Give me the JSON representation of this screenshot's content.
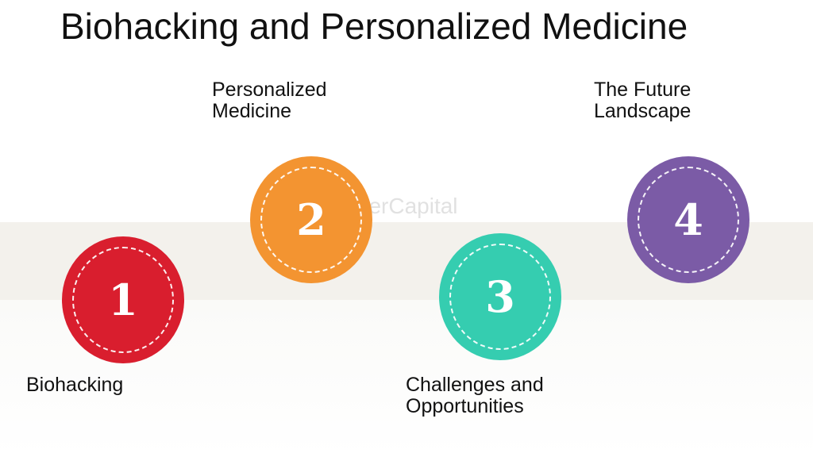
{
  "title": "Biohacking and Personalized Medicine",
  "watermark": "FasterCapital",
  "steps": [
    {
      "number": "1",
      "label_lines": [
        "Biohacking"
      ],
      "color": "#d91e2e"
    },
    {
      "number": "2",
      "label_lines": [
        "Personalized",
        "Medicine"
      ],
      "color": "#f39431"
    },
    {
      "number": "3",
      "label_lines": [
        "Challenges and",
        "Opportunities"
      ],
      "color": "#35cdb0"
    },
    {
      "number": "4",
      "label_lines": [
        "The Future",
        "Landscape"
      ],
      "color": "#7b5ba6"
    }
  ]
}
